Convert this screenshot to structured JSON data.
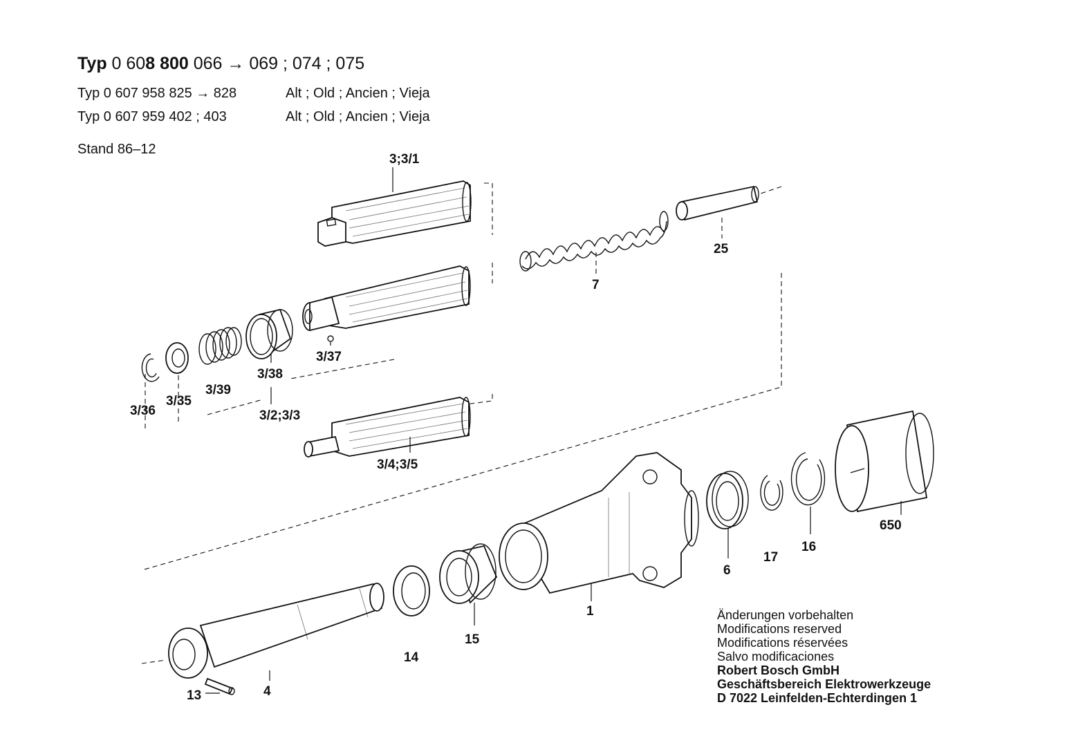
{
  "header": {
    "typ_label": "Typ",
    "line1_prefix": "0 60",
    "line1_bold": "8 800",
    "line1_suffix": "066 → 069 ; 074 ; 075",
    "line2": "Typ 0 607 958 825 → 828",
    "line2_note": "Alt ; Old ; Ancien ; Vieja",
    "line3": "Typ 0 607 959 402 ; 403",
    "line3_note": "Alt ; Old ; Ancien ; Vieja",
    "stand": "Stand 86–12"
  },
  "callouts": {
    "c3_3_1": "3;3/1",
    "c25": "25",
    "c7": "7",
    "c3_37": "3/37",
    "c3_38": "3/38",
    "c3_39": "3/39",
    "c3_35": "3/35",
    "c3_36": "3/36",
    "c3_2_3_3": "3/2;3/3",
    "c3_4_3_5": "3/4;3/5",
    "c650": "650",
    "c16": "16",
    "c17": "17",
    "c6": "6",
    "c1": "1",
    "c15": "15",
    "c14": "14",
    "c4": "4",
    "c13": "13"
  },
  "notes": {
    "de": "Änderungen vorbehalten",
    "en": "Modifications reserved",
    "fr": "Modifications réservées",
    "es": "Salvo modificaciones",
    "company": "Robert Bosch GmbH",
    "division": "Geschäftsbereich Elektrowerkzeuge",
    "address": "D 7022 Leinfelden-Echterdingen 1"
  }
}
